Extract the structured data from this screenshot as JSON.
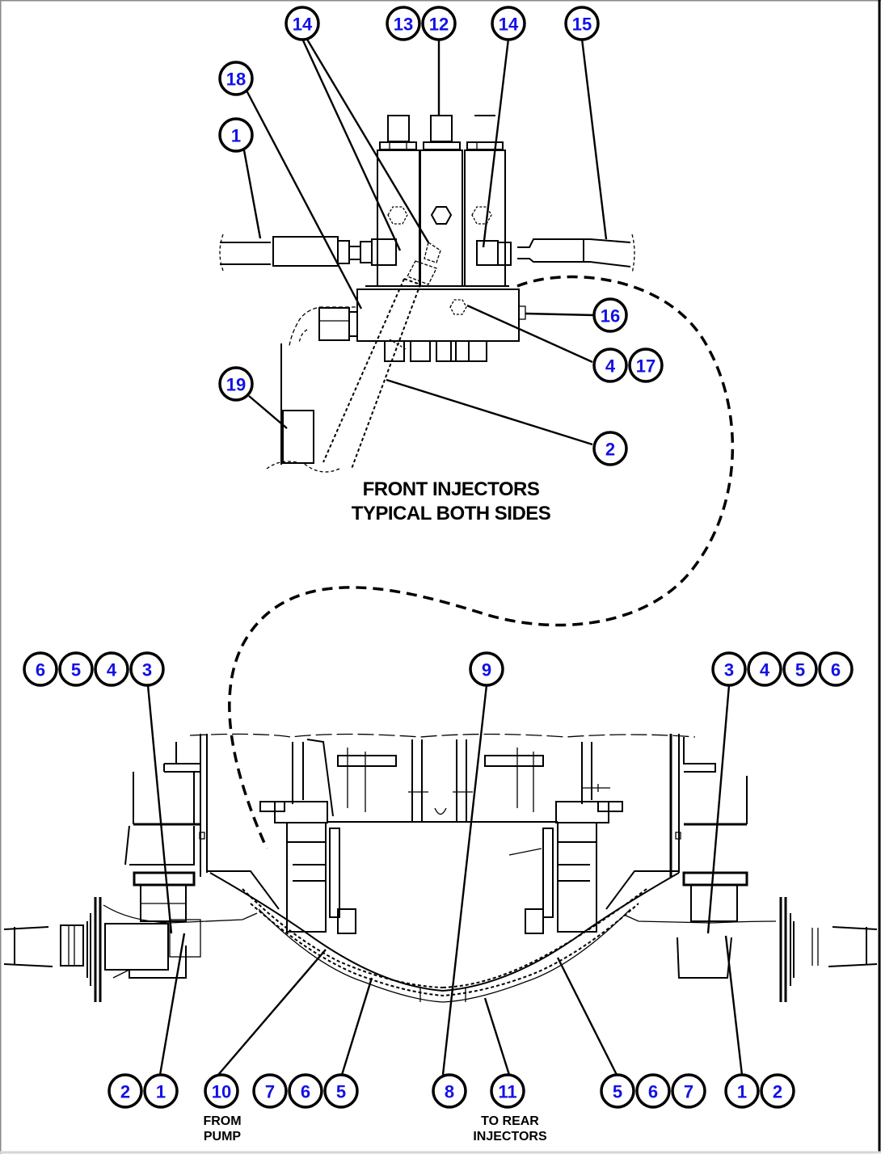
{
  "diagram": {
    "label_color": "#1212e6",
    "line_color": "#000000",
    "captions": {
      "front_line1": "FRONT INJECTORS",
      "front_line2": "TYPICAL BOTH SIDES",
      "from_pump_line1": "FROM",
      "from_pump_line2": "PUMP",
      "to_rear_line1": "TO REAR",
      "to_rear_line2": "INJECTORS"
    },
    "callouts_top": [
      {
        "id": "c14a",
        "labels": [
          "14"
        ]
      },
      {
        "id": "c13-12",
        "labels": [
          "13",
          "12"
        ]
      },
      {
        "id": "c14b",
        "labels": [
          "14"
        ]
      },
      {
        "id": "c15",
        "labels": [
          "15"
        ]
      },
      {
        "id": "c18",
        "labels": [
          "18"
        ]
      },
      {
        "id": "c1",
        "labels": [
          "1"
        ]
      },
      {
        "id": "c16",
        "labels": [
          "16"
        ]
      },
      {
        "id": "c4-17",
        "labels": [
          "4",
          "17"
        ]
      },
      {
        "id": "c19",
        "labels": [
          "19"
        ]
      },
      {
        "id": "c2",
        "labels": [
          "2"
        ]
      }
    ],
    "callouts_bottom": [
      {
        "id": "l6543",
        "labels": [
          "6",
          "5",
          "4",
          "3"
        ]
      },
      {
        "id": "c9",
        "labels": [
          "9"
        ]
      },
      {
        "id": "r3456",
        "labels": [
          "3",
          "4",
          "5",
          "6"
        ]
      },
      {
        "id": "b21",
        "labels": [
          "2",
          "1"
        ]
      },
      {
        "id": "b10",
        "labels": [
          "10"
        ]
      },
      {
        "id": "b765",
        "labels": [
          "7",
          "6",
          "5"
        ]
      },
      {
        "id": "b8",
        "labels": [
          "8"
        ]
      },
      {
        "id": "b11",
        "labels": [
          "11"
        ]
      },
      {
        "id": "b567",
        "labels": [
          "5",
          "6",
          "7"
        ]
      },
      {
        "id": "b12",
        "labels": [
          "1",
          "2"
        ]
      }
    ]
  }
}
